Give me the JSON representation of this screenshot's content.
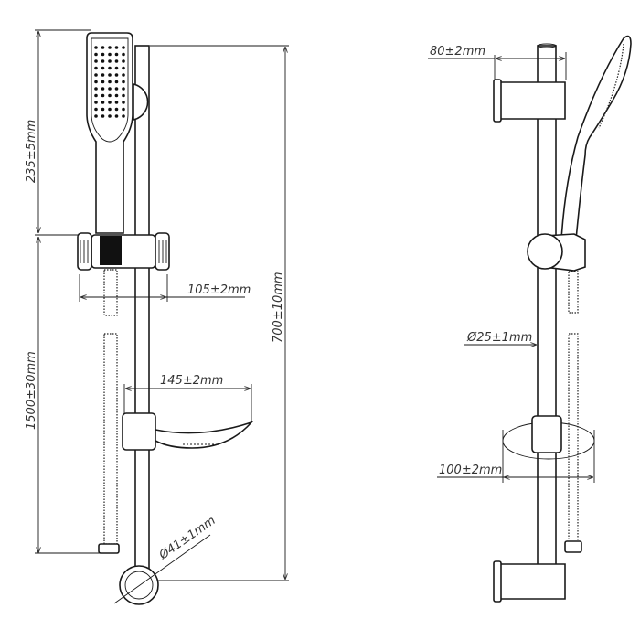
{
  "front_view": {
    "dimensions": {
      "handshower_length": "235±5mm",
      "slider_width": "105±2mm",
      "rail_length": "700±10mm",
      "hose_length": "1500±30mm",
      "soap_dish_depth": "145±2mm",
      "bracket_diameter": "Ø41±1mm"
    }
  },
  "side_view": {
    "dimensions": {
      "bracket_projection": "80±2mm",
      "rail_diameter": "Ø25±1mm",
      "soap_dish_width": "100±2mm"
    }
  }
}
